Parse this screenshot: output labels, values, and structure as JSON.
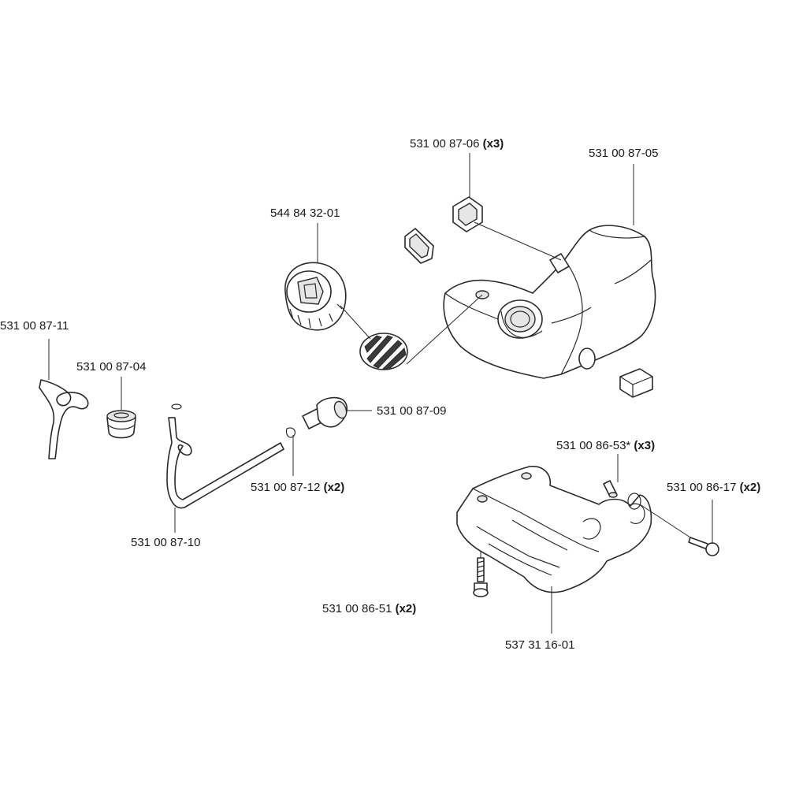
{
  "parts": [
    {
      "id": "p1",
      "number": "531 00 87-06",
      "qty": "(x3)"
    },
    {
      "id": "p2",
      "number": "531 00 87-05",
      "qty": ""
    },
    {
      "id": "p3",
      "number": "544 84 32-01",
      "qty": ""
    },
    {
      "id": "p4",
      "number": "531 00 87-11",
      "qty": ""
    },
    {
      "id": "p5",
      "number": "531 00 87-04",
      "qty": ""
    },
    {
      "id": "p6",
      "number": "531 00 87-09",
      "qty": ""
    },
    {
      "id": "p7",
      "number": "531 00 87-12",
      "qty": "(x2)"
    },
    {
      "id": "p8",
      "number": "531 00 87-10",
      "qty": ""
    },
    {
      "id": "p9",
      "number": "531 00 86-53*",
      "qty": "(x3)"
    },
    {
      "id": "p10",
      "number": "531 00 86-17",
      "qty": "(x2)"
    },
    {
      "id": "p11",
      "number": "531 00 86-51",
      "qty": "(x2)"
    },
    {
      "id": "p12",
      "number": "537 31 16-01",
      "qty": ""
    }
  ]
}
